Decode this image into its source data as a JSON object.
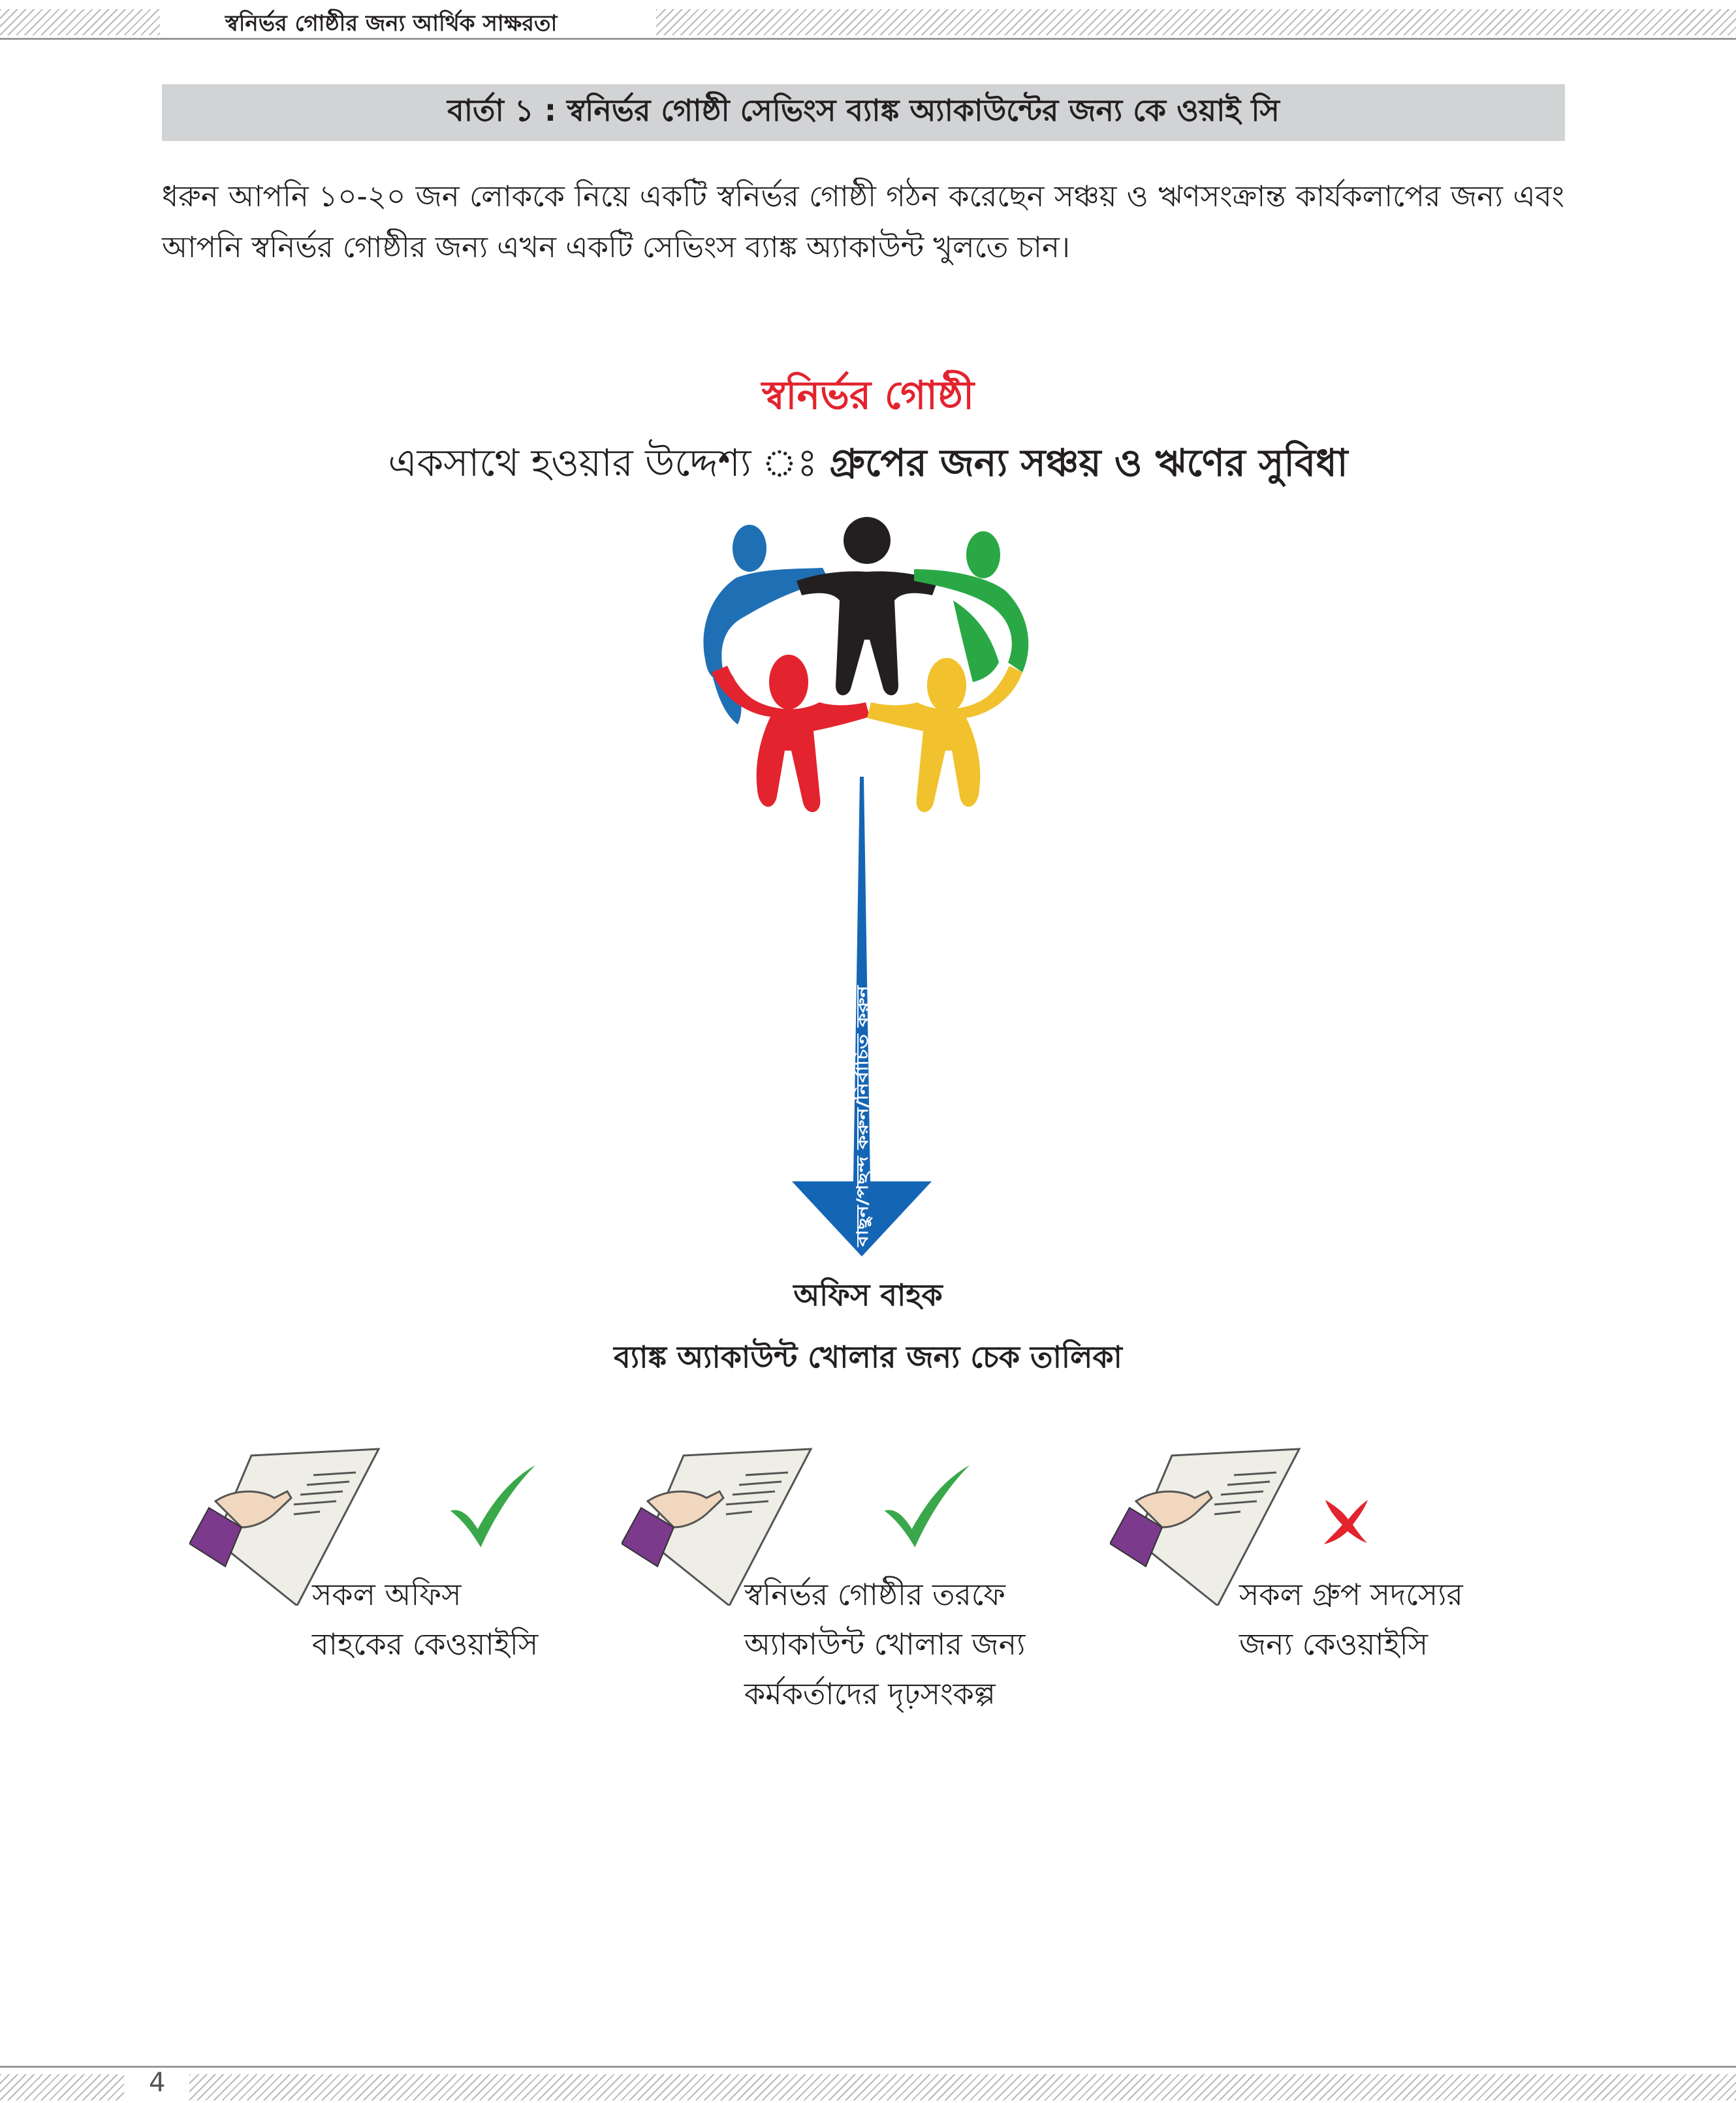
{
  "header": {
    "running_title": "স্বনির্ভর গোষ্ঠীর জন্য আর্থিক সাক্ষরতা"
  },
  "message": {
    "title": "বার্তা ১ : স্বনির্ভর গোষ্ঠী সেভিংস ব্যাঙ্ক অ্যাকাউন্টের জন্য কে ওয়াই সি"
  },
  "intro": {
    "text": "ধরুন আপনি ১০-২০ জন লোককে নিয়ে একটি স্বনির্ভর গোষ্ঠী গঠন করেছেন সঞ্চয় ও ঋণসংক্রান্ত কার্যকলাপের জন্য এবং আপনি স্বনির্ভর গোষ্ঠীর জন্য এখন একটি সেভিংস ব্যাঙ্ক অ্যাকাউন্ট খুলতে চান।"
  },
  "group": {
    "title": "স্বনির্ভর গোষ্ঠী",
    "purpose_label": "একসাথে হওয়ার উদ্দেশ্য ঃ",
    "purpose_value": "গ্রুপের জন্য সঞ্চয় ও ঋণের সুবিধা",
    "icon": "people-circle-icon",
    "figure_colors": [
      "#1f6fb5",
      "#231f20",
      "#2aa845",
      "#e3232e",
      "#f1c22e"
    ]
  },
  "arrow": {
    "label": "বাছুন/পছন্দ করুন/নির্বাচিত করুন",
    "color": "#1565b5"
  },
  "office": {
    "title": "অফিস বাহক",
    "checklist_title": "ব্যাঙ্ক অ্যাকাউন্ট খোলার জন্য চেক তালিকা"
  },
  "checklist": [
    {
      "lines": [
        "সকল অফিস",
        "বাহকের কেওয়াইসি"
      ],
      "status": "check",
      "icon": "check-icon"
    },
    {
      "lines": [
        "স্বনির্ভর গোষ্ঠীর তরফে",
        "অ্যাকাউন্ট খোলার জন্য",
        "কর্মকর্তাদের দৃঢ়সংকল্প"
      ],
      "status": "check",
      "icon": "check-icon"
    },
    {
      "lines": [
        "সকল গ্রুপ সদস্যের",
        "জন্য কেওয়াইসি"
      ],
      "status": "cross",
      "icon": "cross-icon"
    }
  ],
  "colors": {
    "check": "#3aa84a",
    "cross": "#e3232e",
    "title_red": "#e3232e",
    "bar_gray": "#d2d3d5",
    "sleeve": "#7b3a8c"
  },
  "footer": {
    "page_number": "4"
  }
}
